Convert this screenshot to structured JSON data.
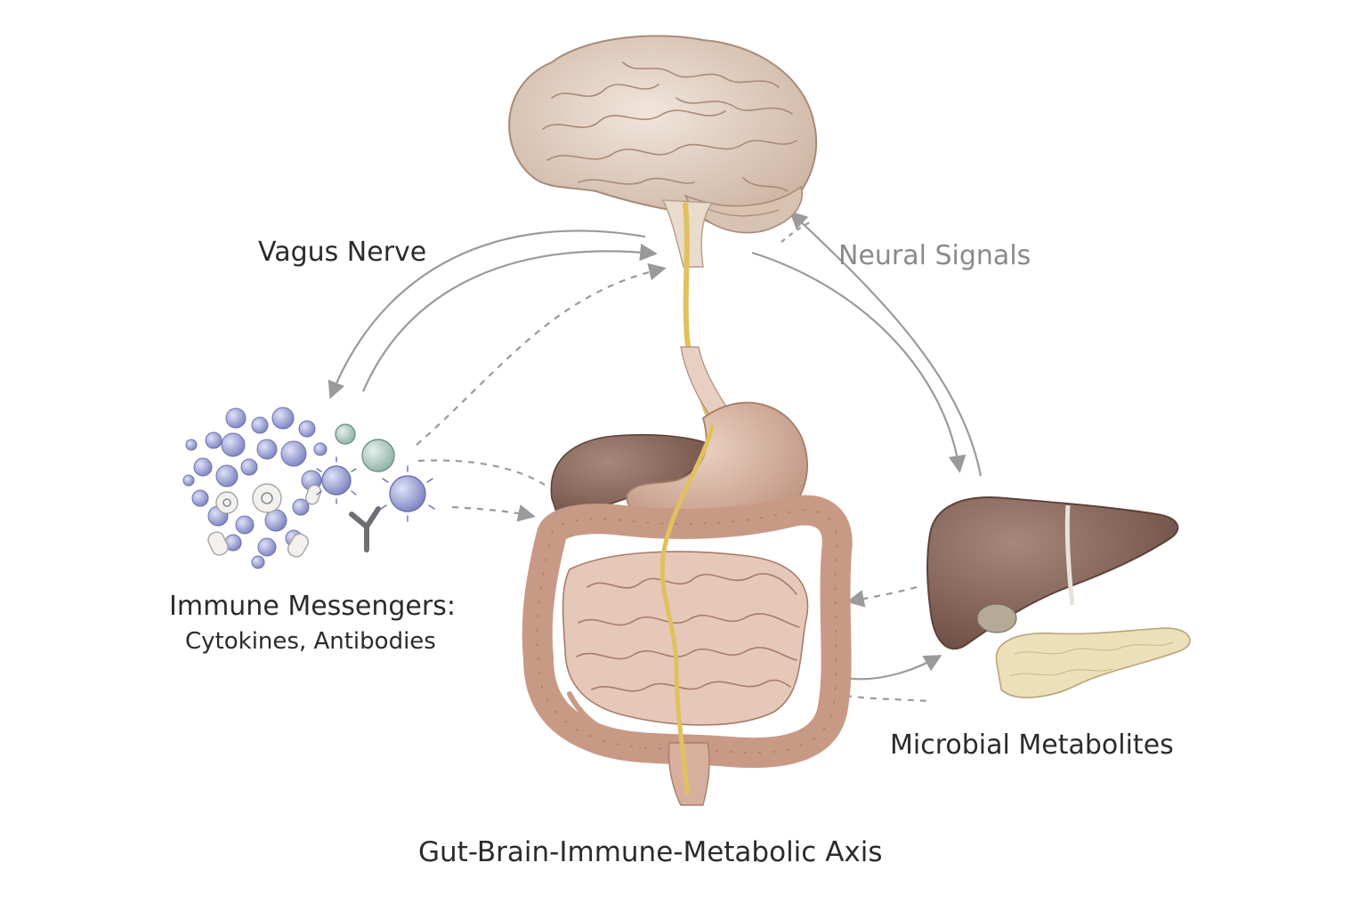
{
  "labels": {
    "vagus_nerve": "Vagus Nerve",
    "neural_signals": "Neural Signals",
    "immune_messengers": "Immune Messengers:",
    "immune_messengers_detail": "Cytokines, Antibodies",
    "microbial_metabolites": "Microbial Metabolites",
    "axis_title": "Gut-Brain-Immune-Metabolic Axis"
  },
  "colors": {
    "brain": "#e6d6c8",
    "brain_folds": "#a88b78",
    "gut": "#d9b3a0",
    "gut_folds": "#a77c68",
    "nerve": "#e1c15e",
    "liver": "#8c6a5c",
    "pancreas": "#ece0b8",
    "immune_cells": "#9aa0d6",
    "arrows": "#9a9a9a",
    "text": "#2b2b2b",
    "text_muted": "#8a8a8a"
  }
}
